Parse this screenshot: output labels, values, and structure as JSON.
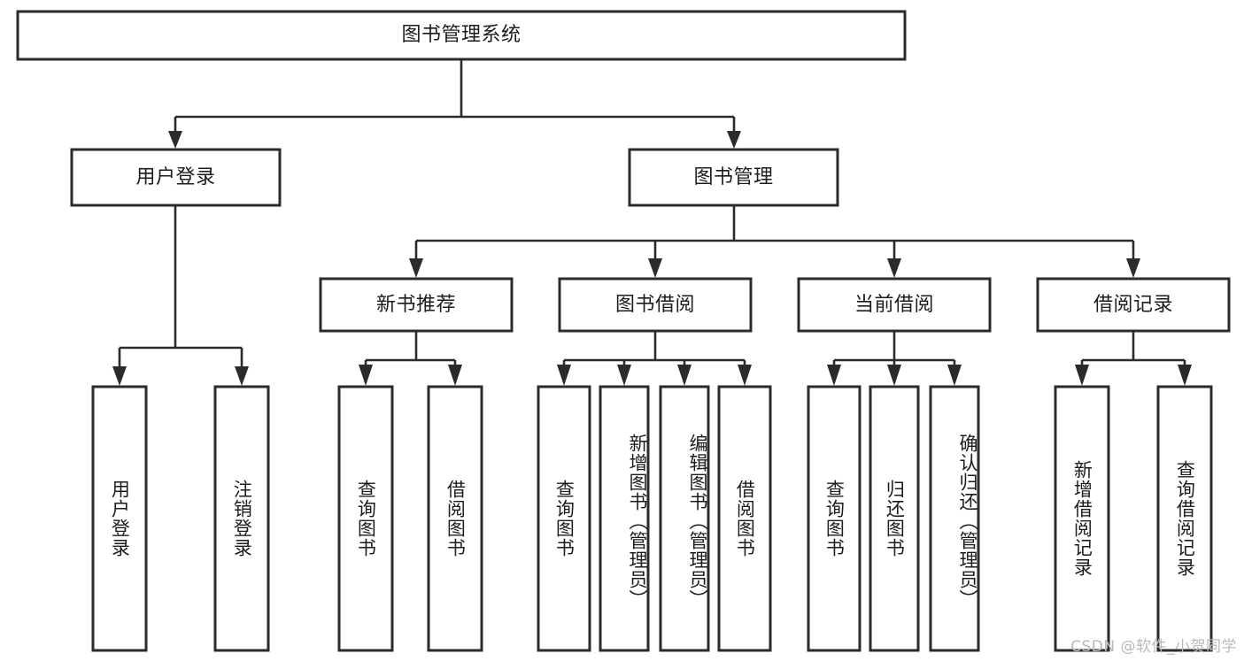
{
  "diagram": {
    "type": "tree-hierarchy",
    "title": "图书管理系统",
    "watermark": "CSDN @软件_小贺同学",
    "colors": {
      "box_stroke": "#2b2b2b",
      "box_fill": "#ffffff",
      "text": "#1c1c1c",
      "background": "#ffffff",
      "watermark": "#b9b9b9"
    },
    "levels": {
      "root": {
        "label": "图书管理系统"
      },
      "level2": [
        {
          "label": "用户登录"
        },
        {
          "label": "图书管理"
        }
      ],
      "level3": [
        {
          "label": "新书推荐"
        },
        {
          "label": "图书借阅"
        },
        {
          "label": "当前借阅"
        },
        {
          "label": "借阅记录"
        }
      ],
      "leaves": [
        {
          "label": "用户登录",
          "parent": "用户登录"
        },
        {
          "label": "注销登录",
          "parent": "用户登录"
        },
        {
          "label": "查询图书",
          "parent": "新书推荐"
        },
        {
          "label": "借阅图书",
          "parent": "新书推荐"
        },
        {
          "label": "查询图书",
          "parent": "图书借阅"
        },
        {
          "label": "新增图书（管理员）",
          "parent": "图书借阅"
        },
        {
          "label": "编辑图书（管理员）",
          "parent": "图书借阅"
        },
        {
          "label": "借阅图书",
          "parent": "图书借阅"
        },
        {
          "label": "查询图书",
          "parent": "当前借阅"
        },
        {
          "label": "归还图书",
          "parent": "当前借阅"
        },
        {
          "label": "确认归还（管理员）",
          "parent": "当前借阅"
        },
        {
          "label": "新增借阅记录",
          "parent": "借阅记录"
        },
        {
          "label": "查询借阅记录",
          "parent": "借阅记录"
        }
      ]
    }
  }
}
